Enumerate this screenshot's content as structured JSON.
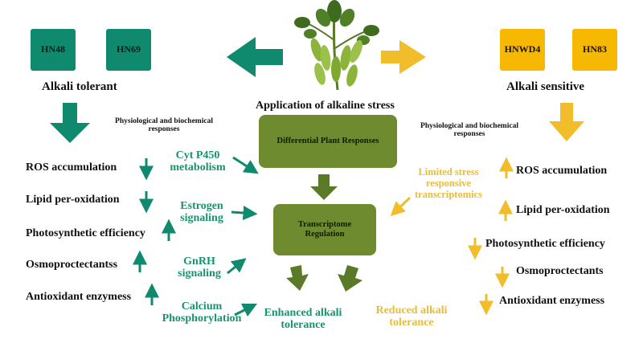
{
  "tolerant": {
    "boxes": [
      "HN48",
      "HN69"
    ],
    "label": "Alkali tolerant",
    "responses": "Physiological and biochemical responses",
    "traits": [
      "ROS accumulation",
      "Lipid per-oxidation",
      "Photosynthetic efficiency",
      "Osmoproctectantss",
      "Antioxidant enzymess"
    ],
    "pathways": [
      "Cyt P450 metabolism",
      "Estrogen signaling",
      "GnRH signaling",
      "Calcium Phosphorylation"
    ]
  },
  "sensitive": {
    "boxes": [
      "HNWD4",
      "HN83"
    ],
    "label": "Alkali sensitive",
    "responses": "Physiological and biochemical responses",
    "traits": [
      "ROS accumulation",
      "Lipid per-oxidation",
      "Photosynthetic efficiency",
      "Osmoproctectants",
      "Antioxidant enzymess"
    ],
    "limited": "Limited stress responsive transcriptomics"
  },
  "center": {
    "stress": "Application  of alkaline stress",
    "plant_responses": "Differential Plant Responses",
    "transcriptome": "Transcriptome Regulation",
    "enhanced": "Enhanced alkali tolerance",
    "reduced": "Reduced alkali tolerance"
  },
  "colors": {
    "teal": "#0f8a6e",
    "teal_text": "#17936f",
    "gold": "#f6b800",
    "gold_text": "#e8bd3a",
    "olive": "#6f8b2f",
    "olive_arrow": "#5a7a28"
  },
  "icons": [
    "soybean-plant-icon"
  ]
}
